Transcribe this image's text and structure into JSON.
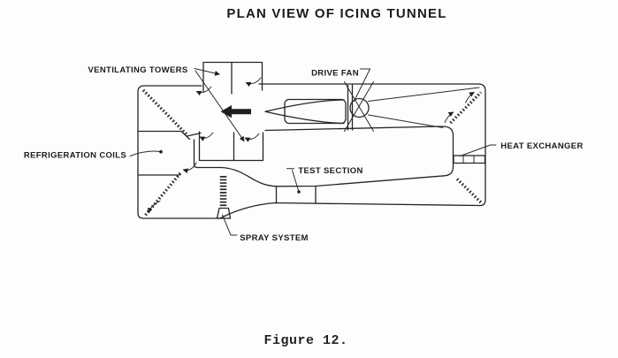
{
  "title": "PLAN VIEW OF ICING TUNNEL",
  "caption": "Figure 12.",
  "labels": {
    "ventilating_towers": "VENTILATING TOWERS",
    "drive_fan": "DRIVE FAN",
    "refrigeration_coils": "REFRIGERATION COILS",
    "test_section": "TEST SECTION",
    "spray_system": "SPRAY SYSTEM",
    "heat_exchanger": "HEAT EXCHANGER"
  },
  "icons": {
    "flow_arrow": "thick-left-flow-arrow",
    "corner_vanes": "hatched-turning-vane-diagonals",
    "flow_hooks": "small-curved-flow-arrows"
  },
  "colors": {
    "ink": "#252525",
    "paper": "#fdfdfb"
  }
}
